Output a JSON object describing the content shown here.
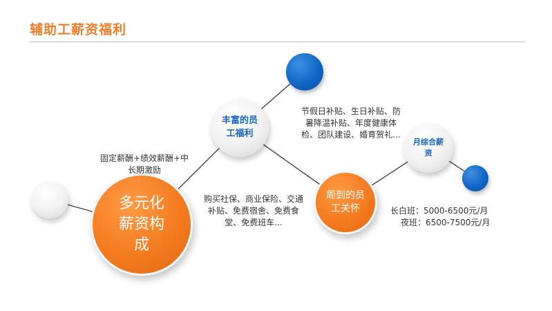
{
  "page": {
    "title": "辅助工薪资福利"
  },
  "nodes": {
    "main": {
      "label": "多元化薪资构成"
    },
    "welfare": {
      "label": "丰富的员工福利"
    },
    "care": {
      "label": "周到的员工关怀"
    },
    "salary": {
      "label": "月综合薪资"
    }
  },
  "texts": {
    "main_desc": "固定薪酬+绩效薪酬+中长期激励",
    "insurance_desc": "购买社保、商业保险、交通补贴、免费宿舍、免费食堂、免费班车...",
    "subsidy_desc": "节假日补贴、生日补贴、防暑降温补贴、年度健康体检、团队建设、婚育贺礼...",
    "salary_day": "长白班：5000-6500元/月",
    "salary_night": "夜班：6500-7500元/月"
  },
  "colors": {
    "accent_orange": "#f07d2a",
    "accent_blue": "#1565c0",
    "line": "#444444"
  }
}
